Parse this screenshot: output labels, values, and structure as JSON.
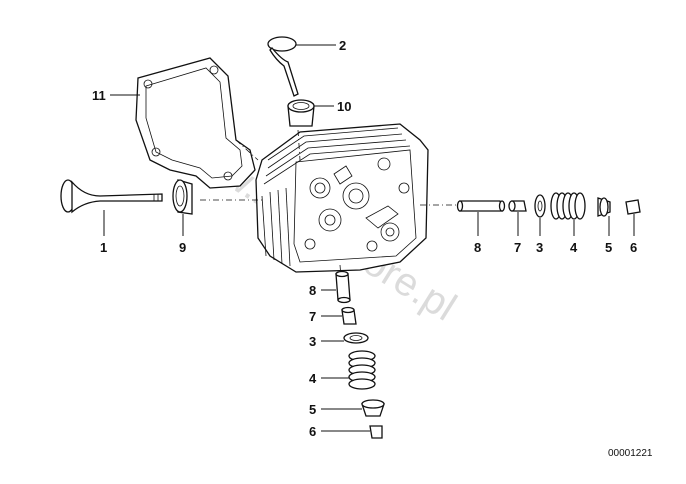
{
  "diagram": {
    "watermark": "www.bmw-store.pl",
    "reference_number": "00001221",
    "callouts": {
      "c2": "2",
      "c10": "10",
      "c11": "11",
      "c1": "1",
      "c9": "9",
      "c8r": "8",
      "c7r": "7",
      "c3r": "3",
      "c4r": "4",
      "c5r": "5",
      "c6r": "6",
      "c8b": "8",
      "c7b": "7",
      "c3b": "3",
      "c4b": "4",
      "c5b": "5",
      "c6b": "6"
    }
  }
}
